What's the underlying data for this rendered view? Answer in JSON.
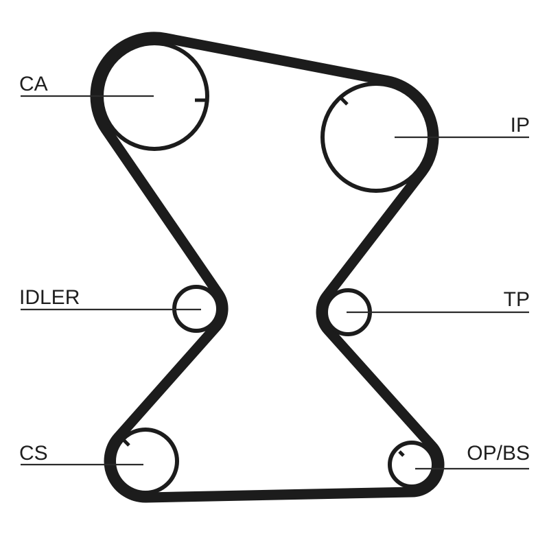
{
  "diagram": {
    "type": "timing-belt-routing",
    "colors": {
      "belt": "#1c1c1c",
      "pulley": "#1c1c1c",
      "leader": "#2a2a2a",
      "background": "#ffffff"
    },
    "labels": {
      "ca": "CA",
      "ip": "IP",
      "idler": "IDLER",
      "tp": "TP",
      "cs": "CS",
      "opbs": "OP/BS"
    }
  }
}
